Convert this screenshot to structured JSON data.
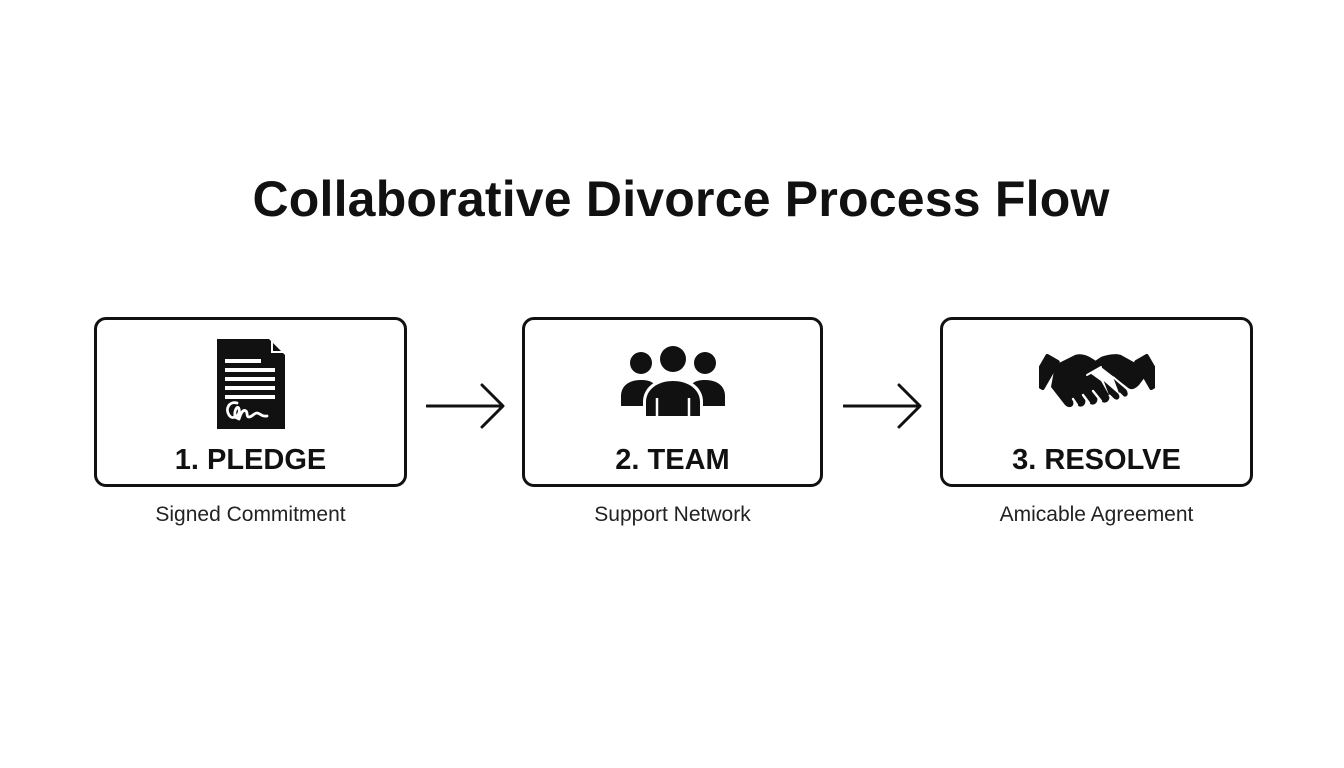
{
  "title": "Collaborative Divorce Process Flow",
  "steps": [
    {
      "label": "1. PLEDGE",
      "caption": "Signed Commitment",
      "icon": "signed-document-icon"
    },
    {
      "label": "2. TEAM",
      "caption": "Support Network",
      "icon": "team-icon"
    },
    {
      "label": "3. RESOLVE",
      "caption": "Amicable Agreement",
      "icon": "handshake-icon"
    }
  ],
  "colors": {
    "ink": "#111111",
    "background": "#ffffff"
  }
}
